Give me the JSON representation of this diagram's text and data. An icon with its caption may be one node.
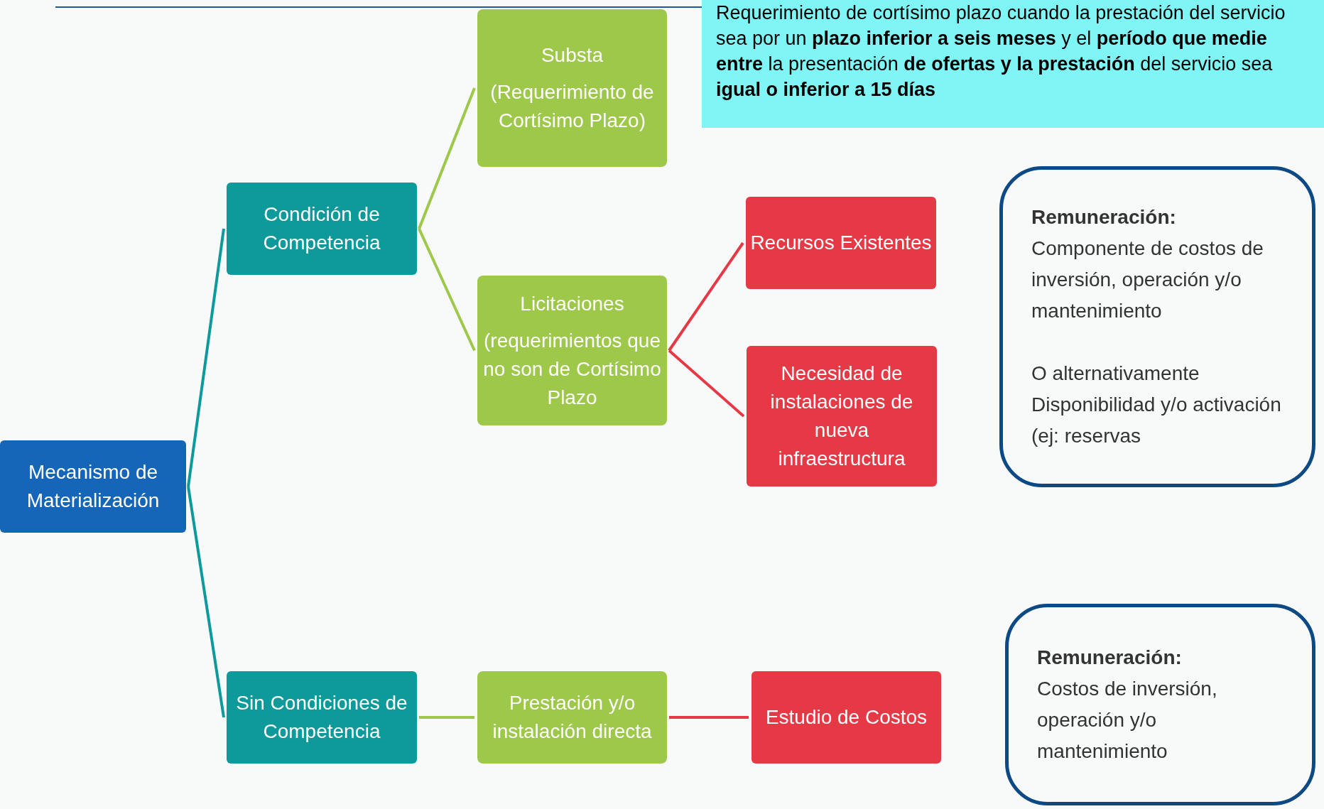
{
  "diagram": {
    "nodes": [
      {
        "text": [
          "Mecanismo de Materialización"
        ]
      },
      {
        "text": [
          "Condición de Competencia"
        ]
      },
      {
        "text": [
          "Sin Condiciones de Competencia"
        ]
      },
      {
        "text": [
          "Substa",
          "(Requerimiento de Cortísimo Plazo)"
        ]
      },
      {
        "text": [
          "Licitaciones",
          "(requerimientos que no son de Cortísimo Plazo"
        ]
      },
      {
        "text": [
          "Prestación y/o instalación directa"
        ]
      },
      {
        "text": [
          "Recursos Existentes"
        ]
      },
      {
        "text": [
          "Necesidad de instalaciones de nueva infraestructura"
        ]
      },
      {
        "text": [
          "Estudio de Costos"
        ]
      },
      {
        "text": [
          "Requerimiento de cortísimo plazo cuando la prestación del servicio sea por un **plazo inferior a seis meses** y el **período que medie entre** la presentación **de ofertas y la prestación** del servicio sea **igual o inferior a 15 días**"
        ]
      },
      {
        "text": [
          "Remuneración:",
          "Componente de costos de inversión, operación y/o mantenimiento",
          "O alternativamente Disponibilidad y/o activación (ej: reservas"
        ]
      },
      {
        "text": [
          "Remuneración:",
          "Costos de inversión, operación y/o mantenimiento"
        ]
      }
    ],
    "edges": [
      {
        "from": 0,
        "to": 1,
        "arrow": "none",
        "color": "#0e9a9a"
      },
      {
        "from": 0,
        "to": 2,
        "arrow": "none",
        "color": "#0e9a9a"
      },
      {
        "from": 1,
        "to": 3,
        "arrow": "none",
        "color": "#9dc84a"
      },
      {
        "from": 1,
        "to": 4,
        "arrow": "none",
        "color": "#9dc84a"
      },
      {
        "from": 2,
        "to": 5,
        "arrow": "none",
        "color": "#9dc84a"
      },
      {
        "from": 4,
        "to": 6,
        "arrow": "none",
        "color": "#e63946"
      },
      {
        "from": 4,
        "to": 7,
        "arrow": "none",
        "color": "#e63946"
      },
      {
        "from": 5,
        "to": 8,
        "arrow": "none",
        "color": "#e63946"
      }
    ]
  }
}
